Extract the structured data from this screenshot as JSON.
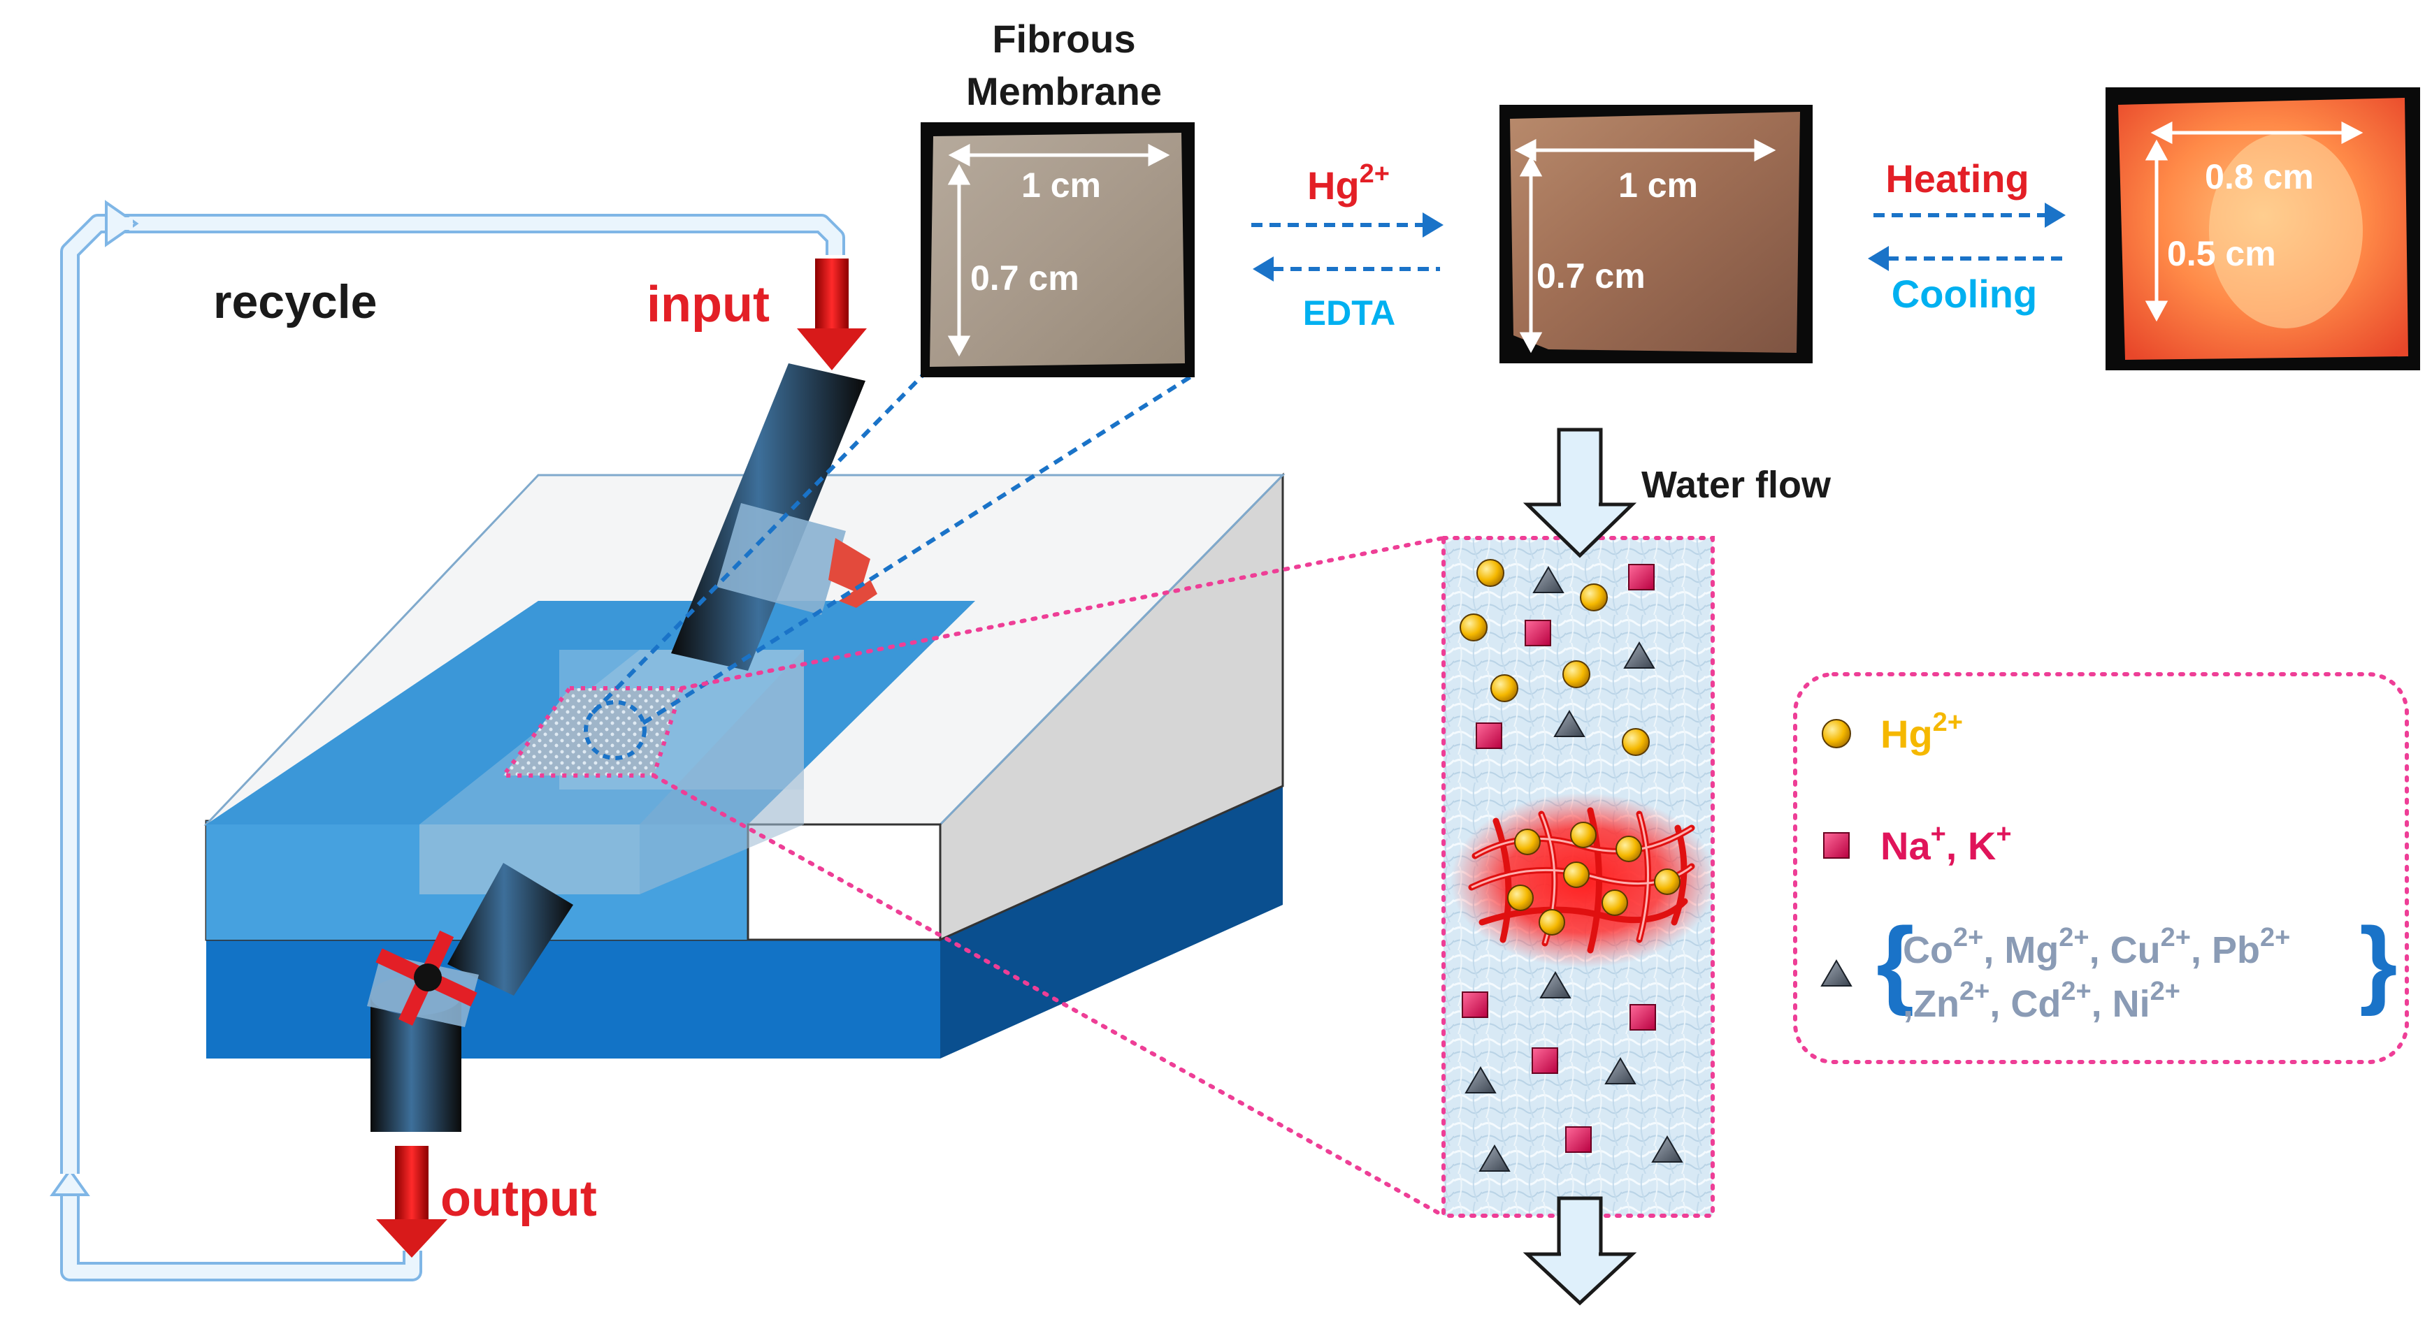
{
  "labels": {
    "recycle": "recycle",
    "input": "input",
    "output": "output",
    "water_flow": "Water flow",
    "membrane_title_line1": "Fibrous",
    "membrane_title_line2": "Membrane"
  },
  "photos": [
    {
      "width_label": "1 cm",
      "height_label": "0.7 cm"
    },
    {
      "width_label": "1 cm",
      "height_label": "0.7 cm"
    },
    {
      "width_label": "0.8 cm",
      "height_label": "0.5 cm"
    }
  ],
  "transitions": {
    "first_forward_base": "Hg",
    "first_forward_sup": "2+",
    "first_reverse": "EDTA",
    "second_forward": "Heating",
    "second_reverse": "Cooling"
  },
  "legend": {
    "hg_base": "Hg",
    "hg_sup": "2+",
    "na_base": "Na",
    "na_sup": "+",
    "k_sep": ", ",
    "k_base": "K",
    "k_sup": "+",
    "other_line1": [
      {
        "base": "Co",
        "sup": "2+",
        "sep": ", "
      },
      {
        "base": "Mg",
        "sup": "2+",
        "sep": ", "
      },
      {
        "base": "Cu",
        "sup": "2+",
        "sep": ", "
      },
      {
        "base": "Pb",
        "sup": "2+",
        "sep": ""
      }
    ],
    "other_line2": [
      {
        "base": ",Zn",
        "sup": "2+",
        "sep": ", "
      },
      {
        "base": "Cd",
        "sup": "2+",
        "sep": ", "
      },
      {
        "base": "Ni",
        "sup": "2+",
        "sep": ""
      }
    ]
  },
  "colors": {
    "red_label": "#e31f26",
    "cyan_label": "#00b0f0",
    "hg_yellow": "#f5b800",
    "na_pink": "#e0145a",
    "ion_grey": "#8a9bb5",
    "dashed_blue": "#1a73c8",
    "dotted_pink": "#ee3e96"
  }
}
